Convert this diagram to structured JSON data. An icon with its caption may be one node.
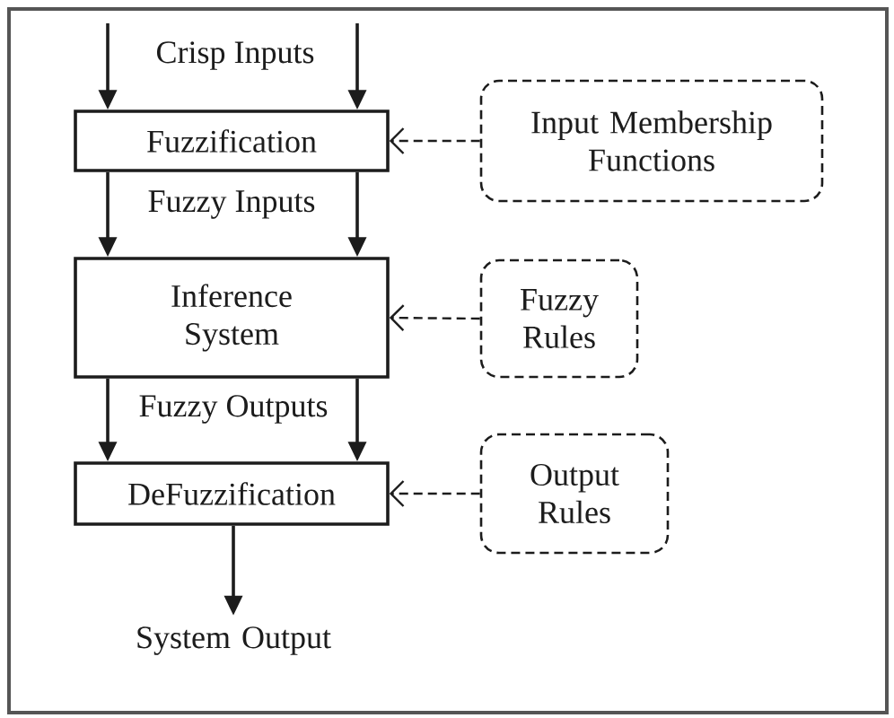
{
  "diagram": {
    "nodes": [
      {
        "text": [
          "Fuzzification"
        ]
      },
      {
        "text": [
          "Input Membership Functions"
        ]
      },
      {
        "text": [
          "Inference System"
        ]
      },
      {
        "text": [
          "Fuzzy Rules"
        ]
      },
      {
        "text": [
          "DeFuzzification"
        ]
      },
      {
        "text": [
          "Output Rules"
        ]
      },
      {
        "text": [
          "System Output"
        ]
      }
    ],
    "edges": [
      {
        "from": null,
        "to": 0,
        "arrow": "to"
      },
      {
        "from": null,
        "to": 0,
        "arrow": "to"
      },
      {
        "from": 1,
        "to": 0,
        "arrow": "to",
        "style": "dashed"
      },
      {
        "from": 0,
        "to": 2,
        "arrow": "to"
      },
      {
        "from": 0,
        "to": 2,
        "arrow": "to"
      },
      {
        "from": 3,
        "to": 2,
        "arrow": "to",
        "style": "dashed"
      },
      {
        "from": 2,
        "to": 4,
        "arrow": "to"
      },
      {
        "from": 2,
        "to": 4,
        "arrow": "to"
      },
      {
        "from": 5,
        "to": 4,
        "arrow": "to",
        "style": "dashed"
      },
      {
        "from": 4,
        "to": 6,
        "arrow": "to"
      }
    ],
    "labels": [
      "Crisp Inputs",
      "Fuzzy Inputs",
      "Fuzzy Outputs"
    ]
  }
}
